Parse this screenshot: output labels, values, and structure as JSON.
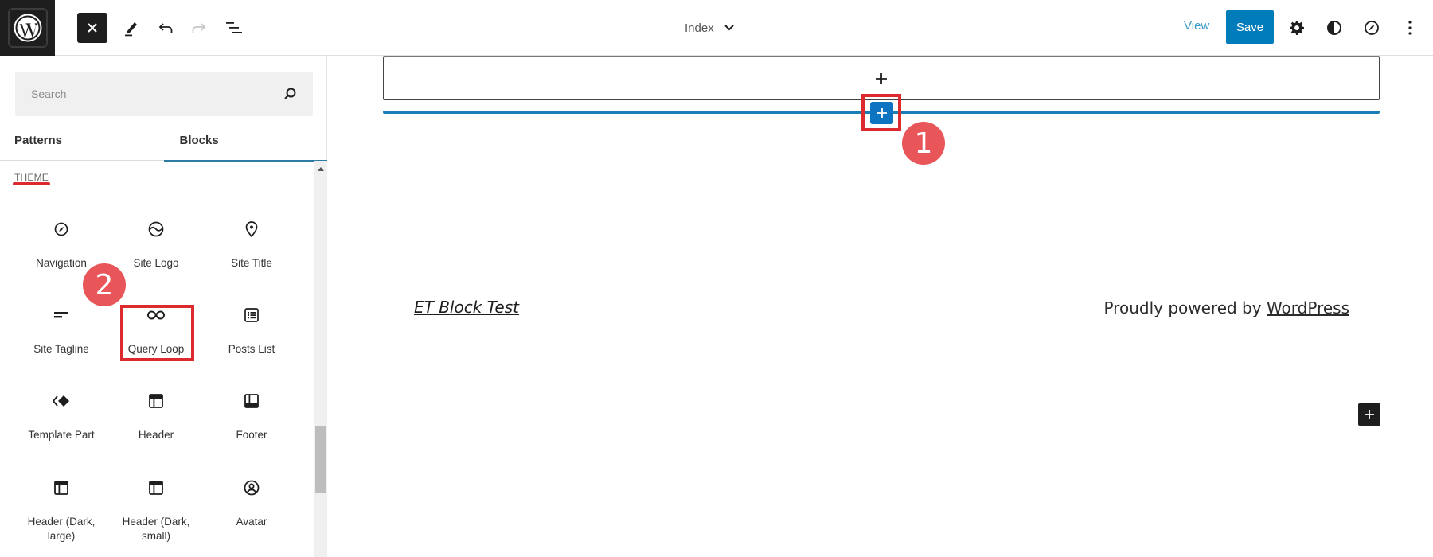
{
  "topbar": {
    "logo": "wordpress-logo",
    "close_icon": "close-icon",
    "tools_icon": "pencil-icon",
    "undo_icon": "undo-icon",
    "redo_icon": "redo-icon",
    "list_view_icon": "list-view-icon",
    "document_title": "Index",
    "view_label": "View",
    "save_label": "Save",
    "settings_icon": "gear-icon",
    "styles_icon": "contrast-icon",
    "navigation_icon": "compass-icon",
    "options_icon": "more-vertical-icon",
    "colors": {
      "save_bg": "#007cba",
      "view_link": "#3b9ac8",
      "logo_bg": "#1e1e1e"
    }
  },
  "sidebar": {
    "search": {
      "placeholder": "Search",
      "value": ""
    },
    "tabs": [
      {
        "label": "Patterns",
        "active": false
      },
      {
        "label": "Blocks",
        "active": true
      }
    ],
    "section_label": "THEME",
    "blocks": [
      {
        "label": "Navigation",
        "icon": "compass-icon"
      },
      {
        "label": "Site Logo",
        "icon": "site-logo-icon"
      },
      {
        "label": "Site Title",
        "icon": "map-pin-icon"
      },
      {
        "label": "Site Tagline",
        "icon": "tagline-icon"
      },
      {
        "label": "Query Loop",
        "icon": "loop-icon"
      },
      {
        "label": "Posts List",
        "icon": "posts-list-icon"
      },
      {
        "label": "Template Part",
        "icon": "template-part-icon"
      },
      {
        "label": "Header",
        "icon": "header-icon"
      },
      {
        "label": "Footer",
        "icon": "footer-icon"
      },
      {
        "label": "Header (Dark, large)",
        "icon": "header-icon"
      },
      {
        "label": "Header (Dark, small)",
        "icon": "header-icon"
      },
      {
        "label": "Avatar",
        "icon": "avatar-icon"
      }
    ]
  },
  "canvas": {
    "site_title": "ET Block Test",
    "footer_prefix": "Proudly powered by ",
    "footer_link": "WordPress",
    "insert_line_color": "#1a7db8"
  },
  "annotations": {
    "badge_1": "1",
    "badge_2": "2",
    "highlight_color": "#dc2b2f",
    "badge_color": "#e9565a"
  }
}
